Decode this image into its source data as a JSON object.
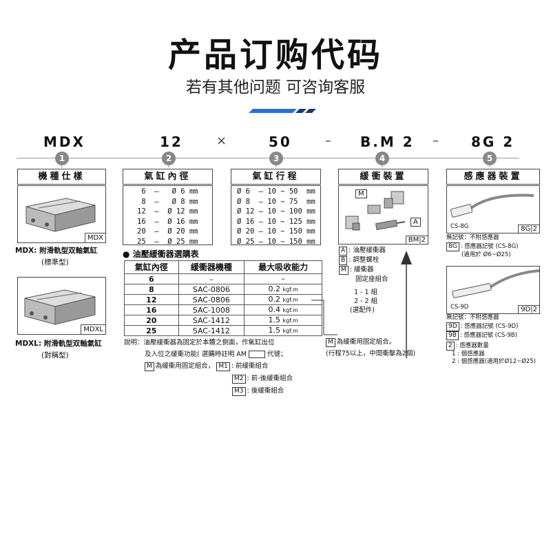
{
  "header": {
    "title": "产品订购代码",
    "subtitle": "若有其他问题 可咨询客服"
  },
  "code": {
    "model": "MDX",
    "bore": "12",
    "times": "×",
    "stroke": "50",
    "dash1": "–",
    "cushion": "B.M 2",
    "dash2": "–",
    "sensor": "8G 2"
  },
  "steps": [
    "1",
    "2",
    "3",
    "4",
    "5"
  ],
  "panel1": {
    "title": "機種仕樣",
    "img1_label": "MDX",
    "img2_label": "MDXL",
    "desc1": "MDX: 附滑軌型双軸氣缸",
    "desc1b": "(標準型)",
    "desc2": "MDXL: 附滑軌型双軸氣缸",
    "desc2b": "(對稱型)"
  },
  "panel2": {
    "title": "氣缸內徑",
    "rows": [
      " 6  –   Ø 6 mm",
      " 8  –   Ø 8 mm",
      "12  –  Ø 12 mm",
      "16  –  Ø 16 mm",
      "20  –  Ø 20 mm",
      "25  –  Ø 25 mm"
    ]
  },
  "panel3": {
    "title": "氣缸行程",
    "rows": [
      "Ø 6  – 10 ~ 50  mm",
      "Ø 8  – 10 ~ 75  mm",
      "Ø 12 – 10 ~ 100 mm",
      "Ø 16 – 10 ~ 125 mm",
      "Ø 20 – 10 ~ 150 mm",
      "Ø 25 – 10 ~ 150 mm"
    ]
  },
  "selection": {
    "heading": "油壓緩衝器選購表",
    "headers": [
      "氣缸內徑",
      "緩衝器機種",
      "最大吸收能力"
    ],
    "rows": [
      {
        "bore": "6",
        "model": "–",
        "val": "–",
        "unit": ""
      },
      {
        "bore": "8",
        "model": "SAC-0806",
        "val": "0.2",
        "unit": "kgf.m"
      },
      {
        "bore": "12",
        "model": "SAC-0806",
        "val": "0.2",
        "unit": "kgf.m"
      },
      {
        "bore": "16",
        "model": "SAC-1008",
        "val": "0.4",
        "unit": "kgf.m"
      },
      {
        "bore": "20",
        "model": "SAC-1412",
        "val": "1.5",
        "unit": "kgf.m"
      },
      {
        "bore": "25",
        "model": "SAC-1412",
        "val": "1.5",
        "unit": "kgf.m"
      }
    ],
    "note1": "說明：油壓緩衝器為固定於本體之側面，作氣缸出位",
    "note2": "及入位之緩衝功能( 選購時註明 AM",
    "note2b": "代號；",
    "m_box": "M",
    "m_text": "為緩衝用固定組合，",
    "m1_box": "M1",
    "m1_text": ": 前緩衝組合",
    "m2_box": "M2",
    "m2_text": ": 前-後緩衝組合",
    "m3_box": "M3",
    "m3_text": ": 後緩衝組合"
  },
  "panel4": {
    "title": "緩衝裝置",
    "img_m": "M",
    "img_a": "A",
    "img_code": "BM",
    "img_code_n": "2",
    "a_box": "A",
    "a_text": ": 油壓緩衝器",
    "b_box": "B",
    "b_text": ": 調整螺栓",
    "m_box": "M",
    "m_text": ": 緩衝器",
    "m_text2": "固定座組合",
    "c1": "1 - 1  組",
    "c2": "2 - 2  組",
    "c3": "(選配件)",
    "bottom_box": "M",
    "bottom_text": "為緩衝用固定組合。",
    "bottom_text2": "(行程75以上，中間衝擊為2個)"
  },
  "panel5": {
    "title": "感應器裝置",
    "s1_label": "CS-8G",
    "s1_code": "8G",
    "s1_n": "2",
    "s1_none": "無記號：不附感應器",
    "s1_box": "8G",
    "s1_text": ": 感應器記號 (CS-8G)",
    "s1_text2": "(適用於  Ø6~Ø25)",
    "s2_label": "CS-9D",
    "s2_code": "9D",
    "s2_n": "2",
    "s2_none": "無記號：不附感應器",
    "s2_box1": "9D",
    "s2_text1": ": 感應器記號 (CS-9D)",
    "s2_box2": "9B",
    "s2_text2": ": 感應器記號 (CS-9B)",
    "qty_box": "2",
    "qty_text": ": 感應器數量",
    "q1": "1 : 個感應器",
    "q2": "2 : 個感應器(適用於Ø12~Ø25)"
  },
  "colors": {
    "accent": "#2a6fd6",
    "dark": "#1a3a6a",
    "gray": "#888888"
  }
}
